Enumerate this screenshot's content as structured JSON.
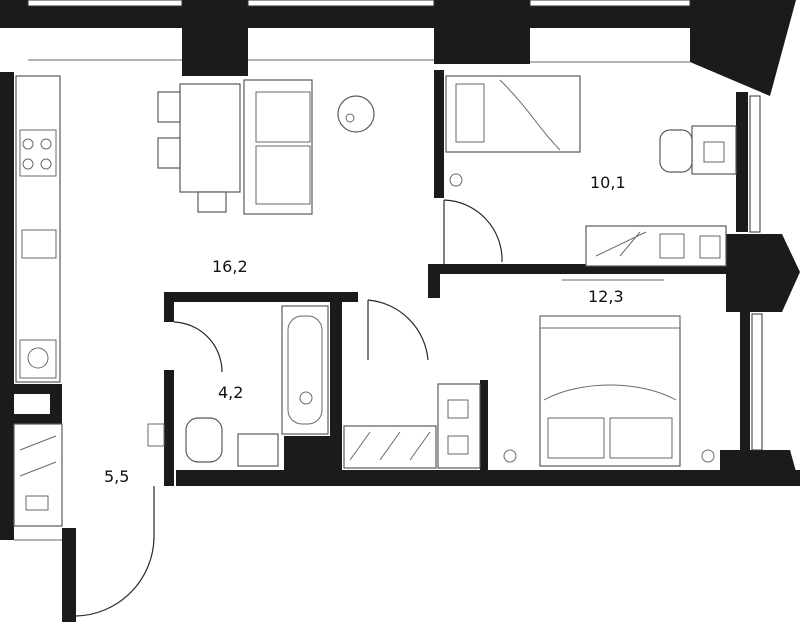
{
  "rooms": {
    "living_kitchen": {
      "area": "16,2"
    },
    "bedroom_small": {
      "area": "10,1"
    },
    "bedroom_main": {
      "area": "12,3"
    },
    "bathroom": {
      "area": "4,2"
    },
    "hallway": {
      "area": "5,5"
    }
  }
}
